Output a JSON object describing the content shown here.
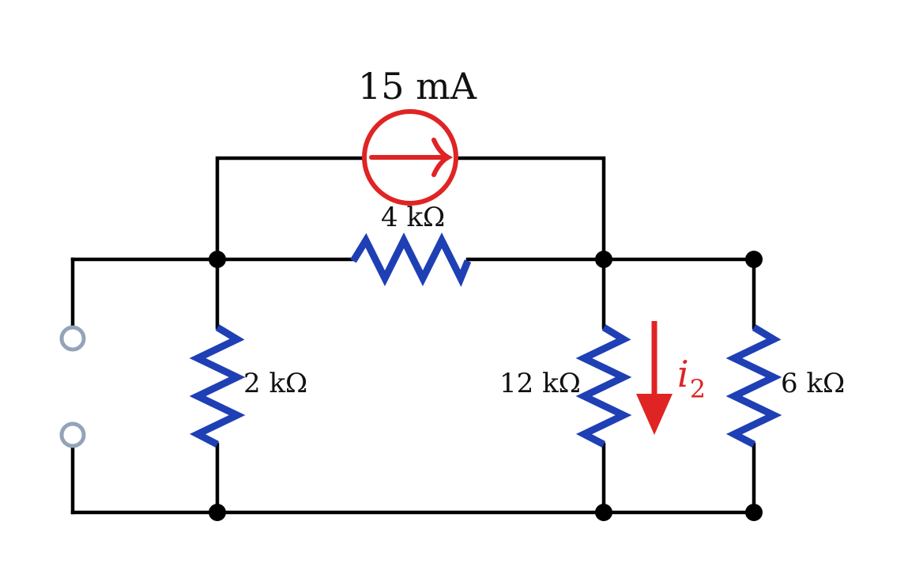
{
  "diagram": {
    "source_label": "15 mA",
    "resistors": {
      "r_top": "4 kΩ",
      "r_left": "2 kΩ",
      "r_mid": "12 kΩ",
      "r_right": "6 kΩ"
    },
    "current": {
      "symbol": "i",
      "subscript": "2"
    },
    "colors": {
      "wire": "#000000",
      "resistor": "#1f3fb5",
      "source": "#e02424",
      "current_arrow": "#e02424",
      "terminal": "#94a3b8"
    }
  }
}
